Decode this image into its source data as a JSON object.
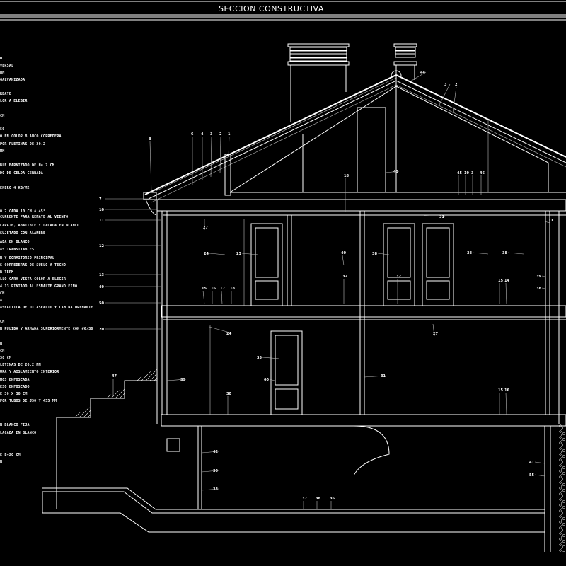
{
  "title": "SECCION CONSTRUCTIVA",
  "colors": {
    "background": "#000000",
    "lines": "#ffffff"
  },
  "legend": [
    "O",
    "VERSAL",
    "MM",
    "GALVANIZADA",
    "RBATE",
    "LOR A ELEGIR",
    "CM",
    "50",
    "O EN COLOR BLANCO CORREDERA",
    "POR PLETINAS DE 20.2",
    "MM",
    "BLE BARNIZADO DE   H= 7 CM",
    "DO DE CELDA CERRADA",
    ".",
    "ENERO 4 KG/M2",
    "0.2 CADA 10 CM A 45°",
    "CURRENTE PARA REMATE AL VIENTO",
    "CAPAJE, ABATIBLE Y LACADA EN BLANCO",
    "SUJETADO CON ALAMBRE",
    "ADA EN BLANCO",
    "AS TRANSITABLES",
    "N Y DORMITORIO PRINCIPAL",
    "S CORREDERAS DE SUELO A TECHO",
    "R TERM",
    "LLO CARA VISTA COLOR A ELEGIR",
    "4.13 PINTADO AL ESMALTE GRANO FINO",
    "CM",
    "A",
    "ASFALTICA DE OXIASFALTO Y LAMINA DRENANTE",
    "CM",
    "N PULIDA Y ARMADA SUPERIORMENTE CON #6/30",
    "N",
    "CM",
    "30 CM",
    "LETINAS DE 20.2 MM",
    "URA Y AISLAMIENTO INTERIOR",
    "MOS ENFOSCADA",
    "ESO ENFOSCADO",
    "E 30 X 30 CM",
    "POR TUBOS DE Ø50 Y 455 MM",
    "N BLANCO FIJA",
    "LACADA EN BLANCO",
    "E E=20 CM",
    "N"
  ],
  "callouts": {
    "left": [
      "7",
      "10",
      "11",
      "12",
      "13",
      "49",
      "50",
      "20"
    ],
    "roof": [
      "8",
      "6",
      "4",
      "3",
      "2",
      "1",
      "44",
      "3",
      "2"
    ],
    "attic": [
      "18",
      "43",
      "45",
      "19",
      "3",
      "46"
    ],
    "upper": [
      "31",
      "11",
      "27",
      "24",
      "23",
      "40",
      "38",
      "38",
      "38",
      "32",
      "32",
      "15",
      "16",
      "17",
      "18",
      "15",
      "14",
      "39",
      "38"
    ],
    "ground": [
      "24",
      "27",
      "31",
      "35",
      "60",
      "15",
      "16",
      "30",
      "39",
      "47"
    ],
    "basement": [
      "42",
      "30",
      "33",
      "37",
      "38",
      "36",
      "41",
      "55"
    ]
  }
}
